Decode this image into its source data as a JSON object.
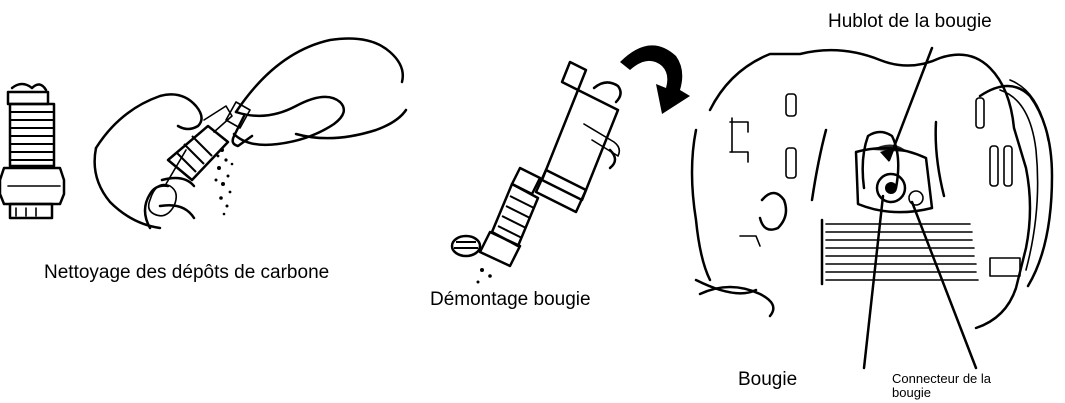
{
  "labels": {
    "cleaning": "Nettoyage des dépôts de carbone",
    "removal": "Démontage bougie",
    "window": "Hublot de la bougie",
    "plug": "Bougie",
    "connector_line1": "Connecteur    de    la",
    "connector_line2": "bougie"
  },
  "illustrations": [
    "spark-plug-cleaning-illustration",
    "spark-plug-removal-illustration",
    "engine-cover-illustration"
  ]
}
